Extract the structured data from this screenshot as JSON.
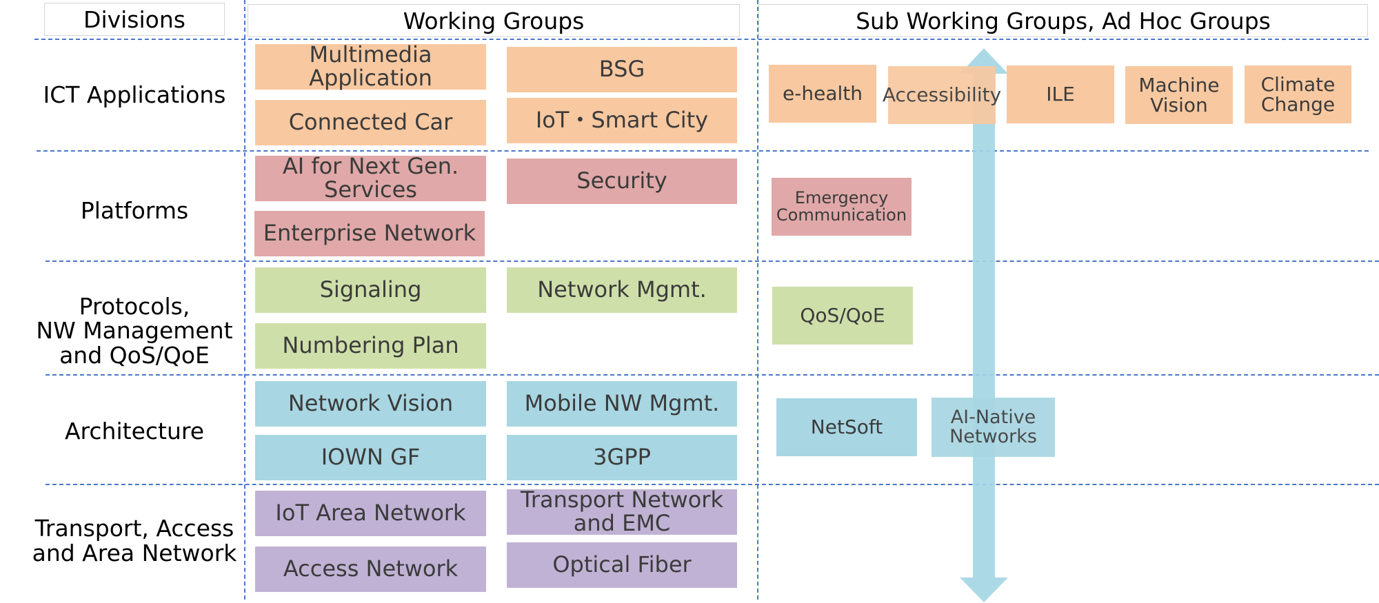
{
  "headers": {
    "divisions": "Divisions",
    "working_groups": "Working Groups",
    "sub_groups": "Sub Working Groups, Ad Hoc Groups"
  },
  "colors": {
    "ict": "#f8c8a0",
    "platforms": "#e0a8a8",
    "protocols": "#cfdfaa",
    "architecture": "#a8d6e2",
    "transport": "#c0b2d4",
    "arrow": "#a3d5e3",
    "dashed_line": "#4a76c7"
  },
  "divisions": [
    {
      "label": "ICT Applications",
      "working_groups": [
        "Multimedia\nApplication",
        "BSG",
        "Connected Car",
        "IoT・Smart City"
      ],
      "sub_groups": [
        "e-health",
        "Accessibility",
        "ILE",
        "Machine\nVision",
        "Climate\nChange"
      ]
    },
    {
      "label": "Platforms",
      "working_groups": [
        "AI for Next Gen.\nServices",
        "Security",
        "Enterprise Network"
      ],
      "sub_groups": [
        "Emergency\nCommunication"
      ]
    },
    {
      "label": "Protocols,\nNW Management\nand QoS/QoE",
      "working_groups": [
        "Signaling",
        "Network Mgmt.",
        "Numbering Plan"
      ],
      "sub_groups": [
        "QoS/QoE"
      ]
    },
    {
      "label": "Architecture",
      "working_groups": [
        "Network Vision",
        "Mobile NW Mgmt.",
        "IOWN GF",
        "3GPP"
      ],
      "sub_groups": [
        "NetSoft",
        "AI-Native\nNetworks"
      ]
    },
    {
      "label": "Transport, Access\nand Area Network",
      "working_groups": [
        "IoT Area Network",
        "Transport Network\nand EMC",
        "Access Network",
        "Optical Fiber"
      ],
      "sub_groups": []
    }
  ]
}
